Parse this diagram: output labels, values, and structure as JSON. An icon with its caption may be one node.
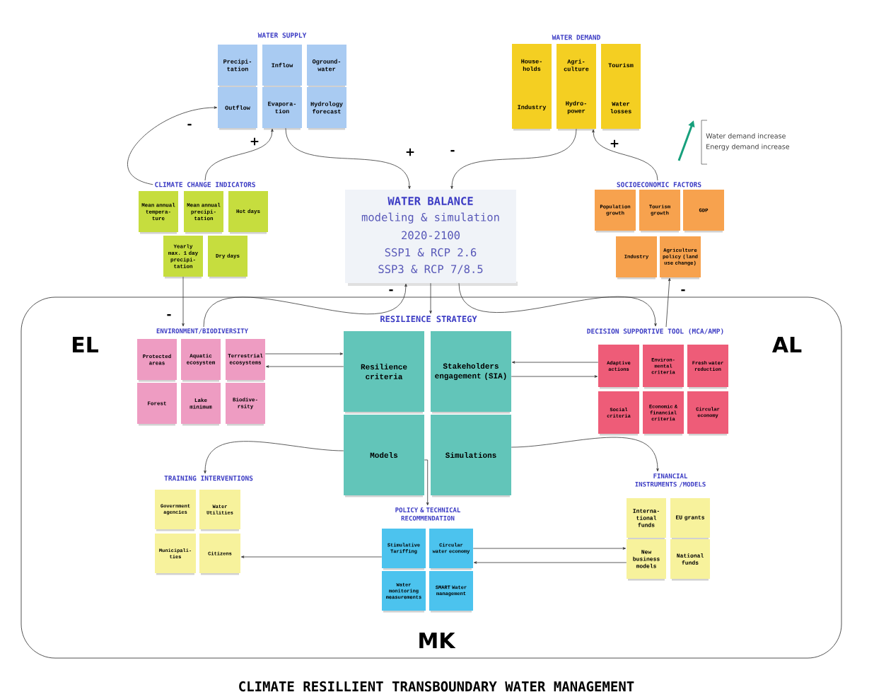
{
  "diagram": {
    "caption": "CLIMATE RESILLIENT TRANSBOUNDARY WATER MANAGEMENT",
    "nodes": [
      {
        "text": [
          "WATER SUPPLY"
        ]
      },
      {
        "text": [
          "Precipi-tation"
        ]
      },
      {
        "text": [
          "Inflow"
        ]
      },
      {
        "text": [
          "Oground-water"
        ]
      },
      {
        "text": [
          "Outflow"
        ]
      },
      {
        "text": [
          "Evapora-tion"
        ]
      },
      {
        "text": [
          "Hydrology forecast"
        ]
      },
      {
        "text": [
          "WATER DEMAND"
        ]
      },
      {
        "text": [
          "House-holds"
        ]
      },
      {
        "text": [
          "Agri-culture"
        ]
      },
      {
        "text": [
          "Tourism"
        ]
      },
      {
        "text": [
          "Industry"
        ]
      },
      {
        "text": [
          "Hydro-power"
        ]
      },
      {
        "text": [
          "Water losses"
        ]
      },
      {
        "text": [
          "CLIMATE CHANGE INDICATORS"
        ]
      },
      {
        "text": [
          "Mean annual tempera-ture"
        ]
      },
      {
        "text": [
          "Mean annual precipi-tation"
        ]
      },
      {
        "text": [
          "Hot days"
        ]
      },
      {
        "text": [
          "Yearly max. 1 day precipi-tation"
        ]
      },
      {
        "text": [
          "Dry days"
        ]
      },
      {
        "text": [
          "WATER BALANCE",
          "modeling & simulation",
          "2020-2100",
          "SSP1 & RCP 2.6",
          "SSP3 & RCP 7/8.5"
        ]
      },
      {
        "text": [
          "SOCIOECONOMIC FACTORS"
        ]
      },
      {
        "text": [
          "Population growth"
        ]
      },
      {
        "text": [
          "Tourism growth"
        ]
      },
      {
        "text": [
          "GDP"
        ]
      },
      {
        "text": [
          "Industry"
        ]
      },
      {
        "text": [
          "Agriculture policy (land use change)"
        ]
      },
      {
        "text": [
          "EL",
          "AL",
          "MK"
        ]
      },
      {
        "text": [
          "ENVIRONMENT/BIODIVERSITY"
        ],
        "in": 27
      },
      {
        "text": [
          "Protected areas"
        ],
        "in": 27
      },
      {
        "text": [
          "Aquatic ecosystem"
        ],
        "in": 27
      },
      {
        "text": [
          "Terrestrial ecosystems"
        ],
        "in": 27
      },
      {
        "text": [
          "Forest"
        ],
        "in": 27
      },
      {
        "text": [
          "Lake minimum"
        ],
        "in": 27
      },
      {
        "text": [
          "Biodive-rsity"
        ],
        "in": 27
      },
      {
        "text": [
          "RESILIENCE STRATEGY"
        ],
        "in": 27
      },
      {
        "text": [
          "Resilience criteria"
        ],
        "in": 27
      },
      {
        "text": [
          "Stakeholders engagement (SIA)"
        ],
        "in": 27
      },
      {
        "text": [
          "Models"
        ],
        "in": 27
      },
      {
        "text": [
          "Simulations"
        ],
        "in": 27
      },
      {
        "text": [
          "DECISION SUPPORTIVE TOOL (MCA/AMP)"
        ],
        "in": 27
      },
      {
        "text": [
          "Adaptive actions"
        ],
        "in": 27
      },
      {
        "text": [
          "Environ-mental criteria"
        ],
        "in": 27
      },
      {
        "text": [
          "Fresh water reduction"
        ],
        "in": 27
      },
      {
        "text": [
          "Social criteria"
        ],
        "in": 27
      },
      {
        "text": [
          "Economic & financial criteria"
        ],
        "in": 27
      },
      {
        "text": [
          "Circular economy"
        ],
        "in": 27
      },
      {
        "text": [
          "TRAINING INTERVENTIONS"
        ],
        "in": 27
      },
      {
        "text": [
          "Government agencies"
        ],
        "in": 27
      },
      {
        "text": [
          "Water Utilities"
        ],
        "in": 27
      },
      {
        "text": [
          "Municipali-ties"
        ],
        "in": 27
      },
      {
        "text": [
          "Citizens"
        ],
        "in": 27
      },
      {
        "text": [
          "POLICY & TECHNICAL RECOMMENDATION"
        ],
        "in": 27
      },
      {
        "text": [
          "Stimulative Tariffing"
        ],
        "in": 27
      },
      {
        "text": [
          "Circular water economy"
        ],
        "in": 27
      },
      {
        "text": [
          "Water monitoring measurements"
        ],
        "in": 27
      },
      {
        "text": [
          "SMART Water management"
        ],
        "in": 27
      },
      {
        "text": [
          "FINANCIAL INSTRUMENTS /MODELS"
        ],
        "in": 27
      },
      {
        "text": [
          "Interna-tional funds"
        ],
        "in": 27
      },
      {
        "text": [
          "EU grants"
        ],
        "in": 27
      },
      {
        "text": [
          "New business models"
        ],
        "in": 27
      },
      {
        "text": [
          "National funds"
        ],
        "in": 27
      }
    ],
    "edges": [
      {
        "from": 14,
        "to": 4,
        "arrow": "to",
        "label": "-"
      },
      {
        "from": 14,
        "to": 5,
        "arrow": "to",
        "label": "+"
      },
      {
        "from": 5,
        "to": 20,
        "arrow": "to",
        "label": "+"
      },
      {
        "from": 12,
        "to": 20,
        "arrow": "to",
        "label": "-"
      },
      {
        "from": 21,
        "to": 12,
        "arrow": "to",
        "label": "+"
      },
      {
        "from": 18,
        "to": 28,
        "arrow": "to",
        "label": "-"
      },
      {
        "from": 28,
        "to": 20,
        "arrow": "to",
        "label": "-"
      },
      {
        "from": 20,
        "to": 35,
        "arrow": "to"
      },
      {
        "from": 20,
        "to": 40,
        "arrow": "to"
      },
      {
        "from": 40,
        "to": 26,
        "arrow": "to",
        "label": "-"
      },
      {
        "from": 31,
        "to": 36,
        "arrow": "to"
      },
      {
        "from": 36,
        "to": 31,
        "arrow": "to"
      },
      {
        "from": 41,
        "to": 37,
        "arrow": "to"
      },
      {
        "from": 37,
        "to": 41,
        "arrow": "to"
      },
      {
        "from": 38,
        "to": 47,
        "arrow": "to"
      },
      {
        "from": 39,
        "to": 57,
        "arrow": "to"
      },
      {
        "from": 38,
        "to": 52,
        "arrow": "to"
      },
      {
        "from": 53,
        "to": 51,
        "arrow": "to"
      },
      {
        "from": 54,
        "to": 60,
        "arrow": "to"
      },
      {
        "from": 60,
        "to": 54,
        "arrow": "to"
      }
    ],
    "labels": [
      "Water demand increase",
      "Energy demand increase"
    ]
  }
}
